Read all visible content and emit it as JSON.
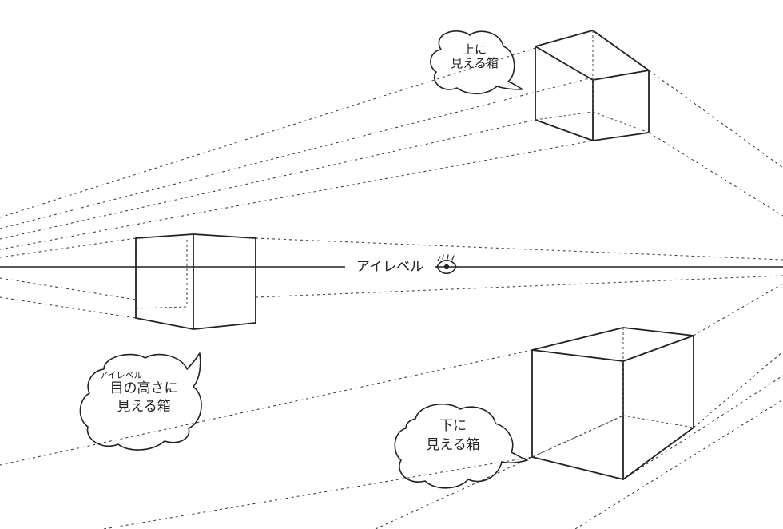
{
  "eye_level": {
    "label": "アイレベル"
  },
  "bubbles": {
    "above": {
      "line1": "上に",
      "line2": "見える箱"
    },
    "eye": {
      "small": "アイレベル",
      "line1": "目の高さに",
      "line2": "見える箱"
    },
    "below": {
      "line1": "下に",
      "line2": "見える箱"
    }
  },
  "icons": [
    "eye-icon"
  ],
  "colors": {
    "ink": "#222222",
    "background": "#ffffff"
  }
}
